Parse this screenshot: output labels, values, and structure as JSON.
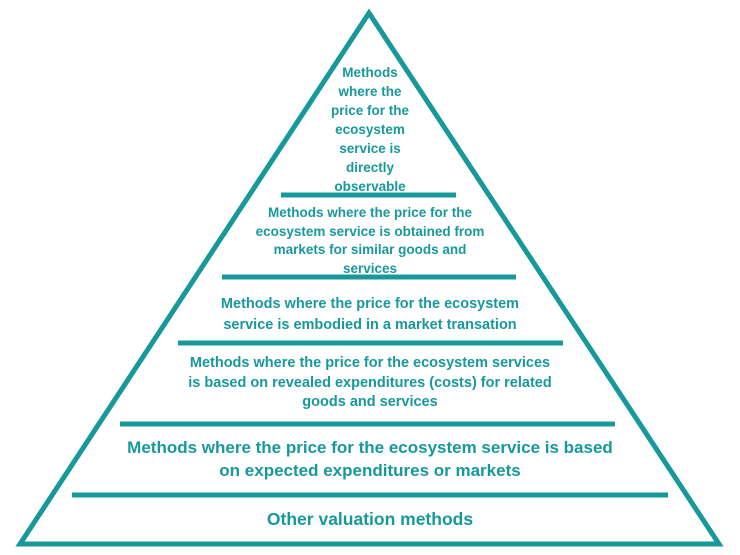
{
  "pyramid": {
    "title": "Ecosystem service valuation methods pyramid",
    "accent_color": "#17999C",
    "background_color": "#FFFFFF",
    "levels": [
      {
        "label": "Methods\nwhere the\nprice for the\necosystem\nservice is\ndirectly\nobservable"
      },
      {
        "label": "Methods where the price for the\necosystem service is obtained from\nmarkets for similar goods and\nservices"
      },
      {
        "label": "Methods where the price for the ecosystem\nservice is embodied in a market transation"
      },
      {
        "label": "Methods where the price for the ecosystem services\nis based on revealed expenditures (costs) for related\ngoods and services"
      },
      {
        "label": "Methods where the price for the ecosystem service is based\non expected expenditures or markets"
      },
      {
        "label": "Other valuation methods"
      }
    ]
  }
}
